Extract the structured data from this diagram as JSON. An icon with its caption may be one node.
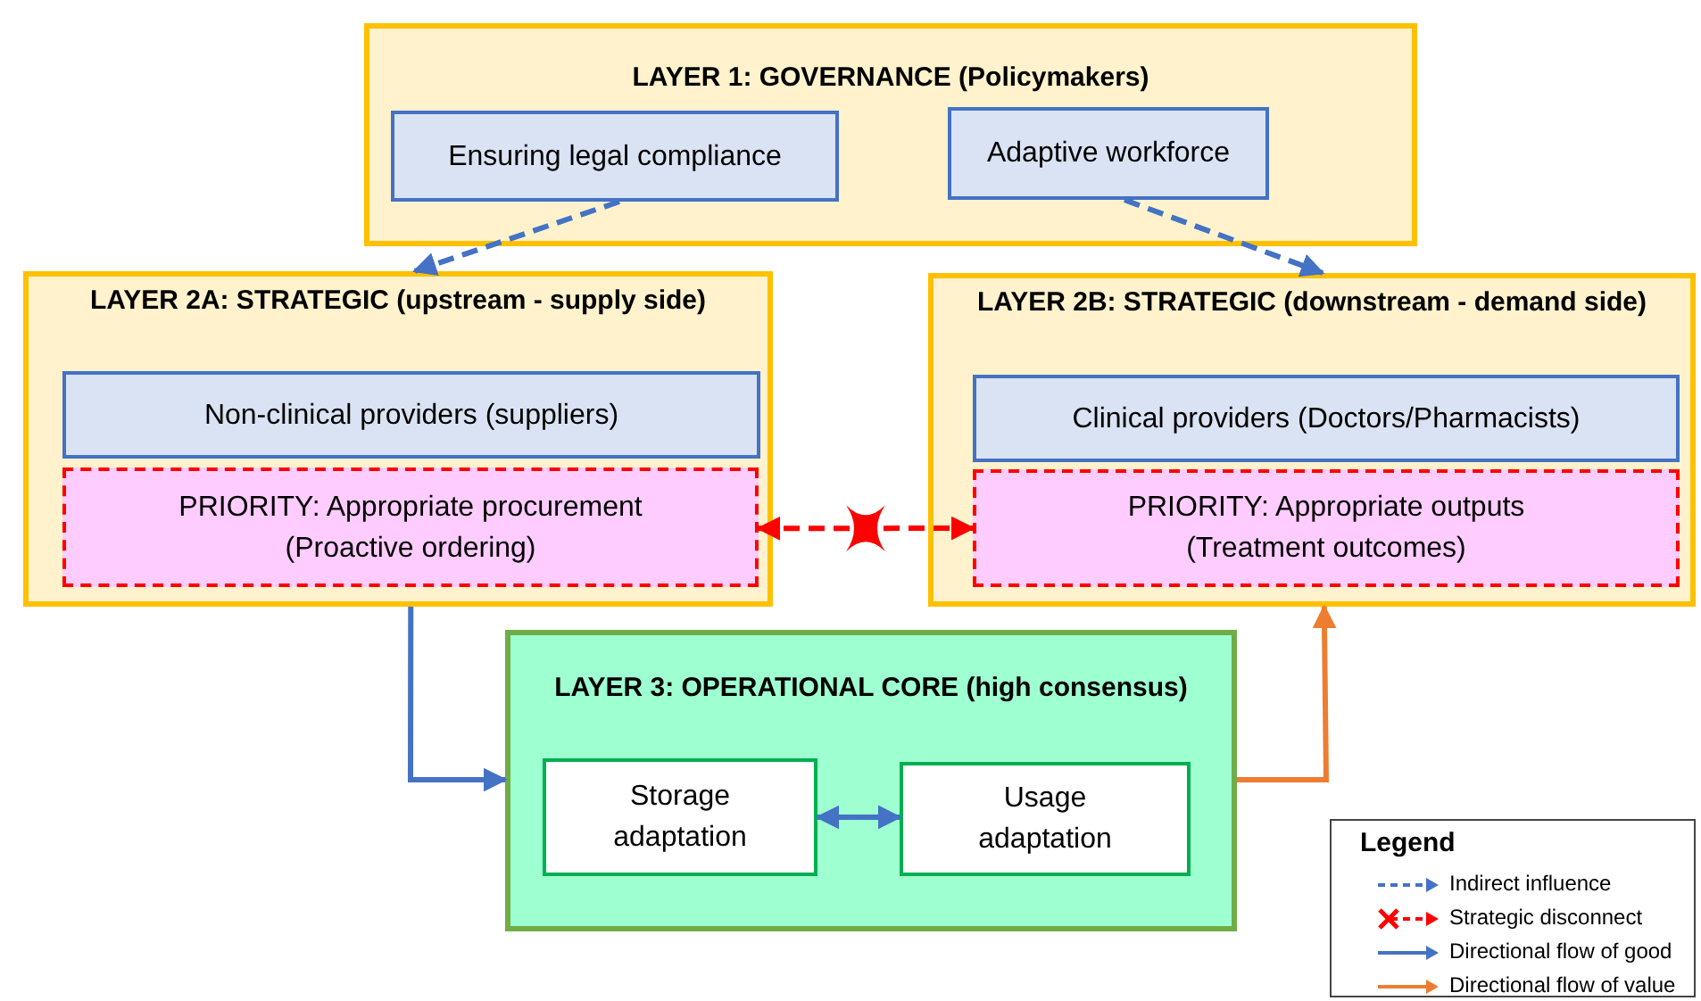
{
  "diagram": {
    "nodes": [
      {
        "text": [
          "LAYER 1: GOVERNANCE (Policymakers)"
        ]
      },
      {
        "text": [
          "Ensuring legal compliance"
        ],
        "in": 0
      },
      {
        "text": [
          "Adaptive workforce"
        ],
        "in": 0
      },
      {
        "text": [
          "LAYER 2A: STRATEGIC (upstream - supply side)"
        ]
      },
      {
        "text": [
          "Non-clinical providers (suppliers)"
        ],
        "in": 3
      },
      {
        "text": [
          "PRIORITY: Appropriate procurement (Proactive ordering)"
        ],
        "in": 3
      },
      {
        "text": [
          "LAYER 2B: STRATEGIC (downstream - demand side)"
        ]
      },
      {
        "text": [
          "Clinical providers (Doctors/Pharmacists)"
        ],
        "in": 6
      },
      {
        "text": [
          "PRIORITY: Appropriate outputs (Treatment outcomes)"
        ],
        "in": 6
      },
      {
        "text": [
          "LAYER 3: OPERATIONAL CORE (high consensus)"
        ]
      },
      {
        "text": [
          "Storage adaptation"
        ],
        "in": 9
      },
      {
        "text": [
          "Usage adaptation"
        ],
        "in": 9
      }
    ],
    "edges": [
      {
        "from": 1,
        "to": 3,
        "arrow": "to",
        "style": "dashed"
      },
      {
        "from": 2,
        "to": 6,
        "arrow": "to",
        "style": "dashed"
      },
      {
        "from": 5,
        "to": 8,
        "arrow": "both",
        "style": "dashed",
        "color": "#ff0000"
      },
      {
        "from": 3,
        "to": 9,
        "arrow": "to"
      },
      {
        "from": 10,
        "to": 11,
        "arrow": "both"
      },
      {
        "from": 9,
        "to": 6,
        "arrow": "to",
        "color": "#ed7d31"
      }
    ],
    "labels": [
      "Legend"
    ],
    "legend": [
      {
        "text": "Indirect influence"
      },
      {
        "text": "Strategic disconnect"
      },
      {
        "text": "Directional flow of good"
      },
      {
        "text": "Directional flow of value"
      }
    ]
  }
}
